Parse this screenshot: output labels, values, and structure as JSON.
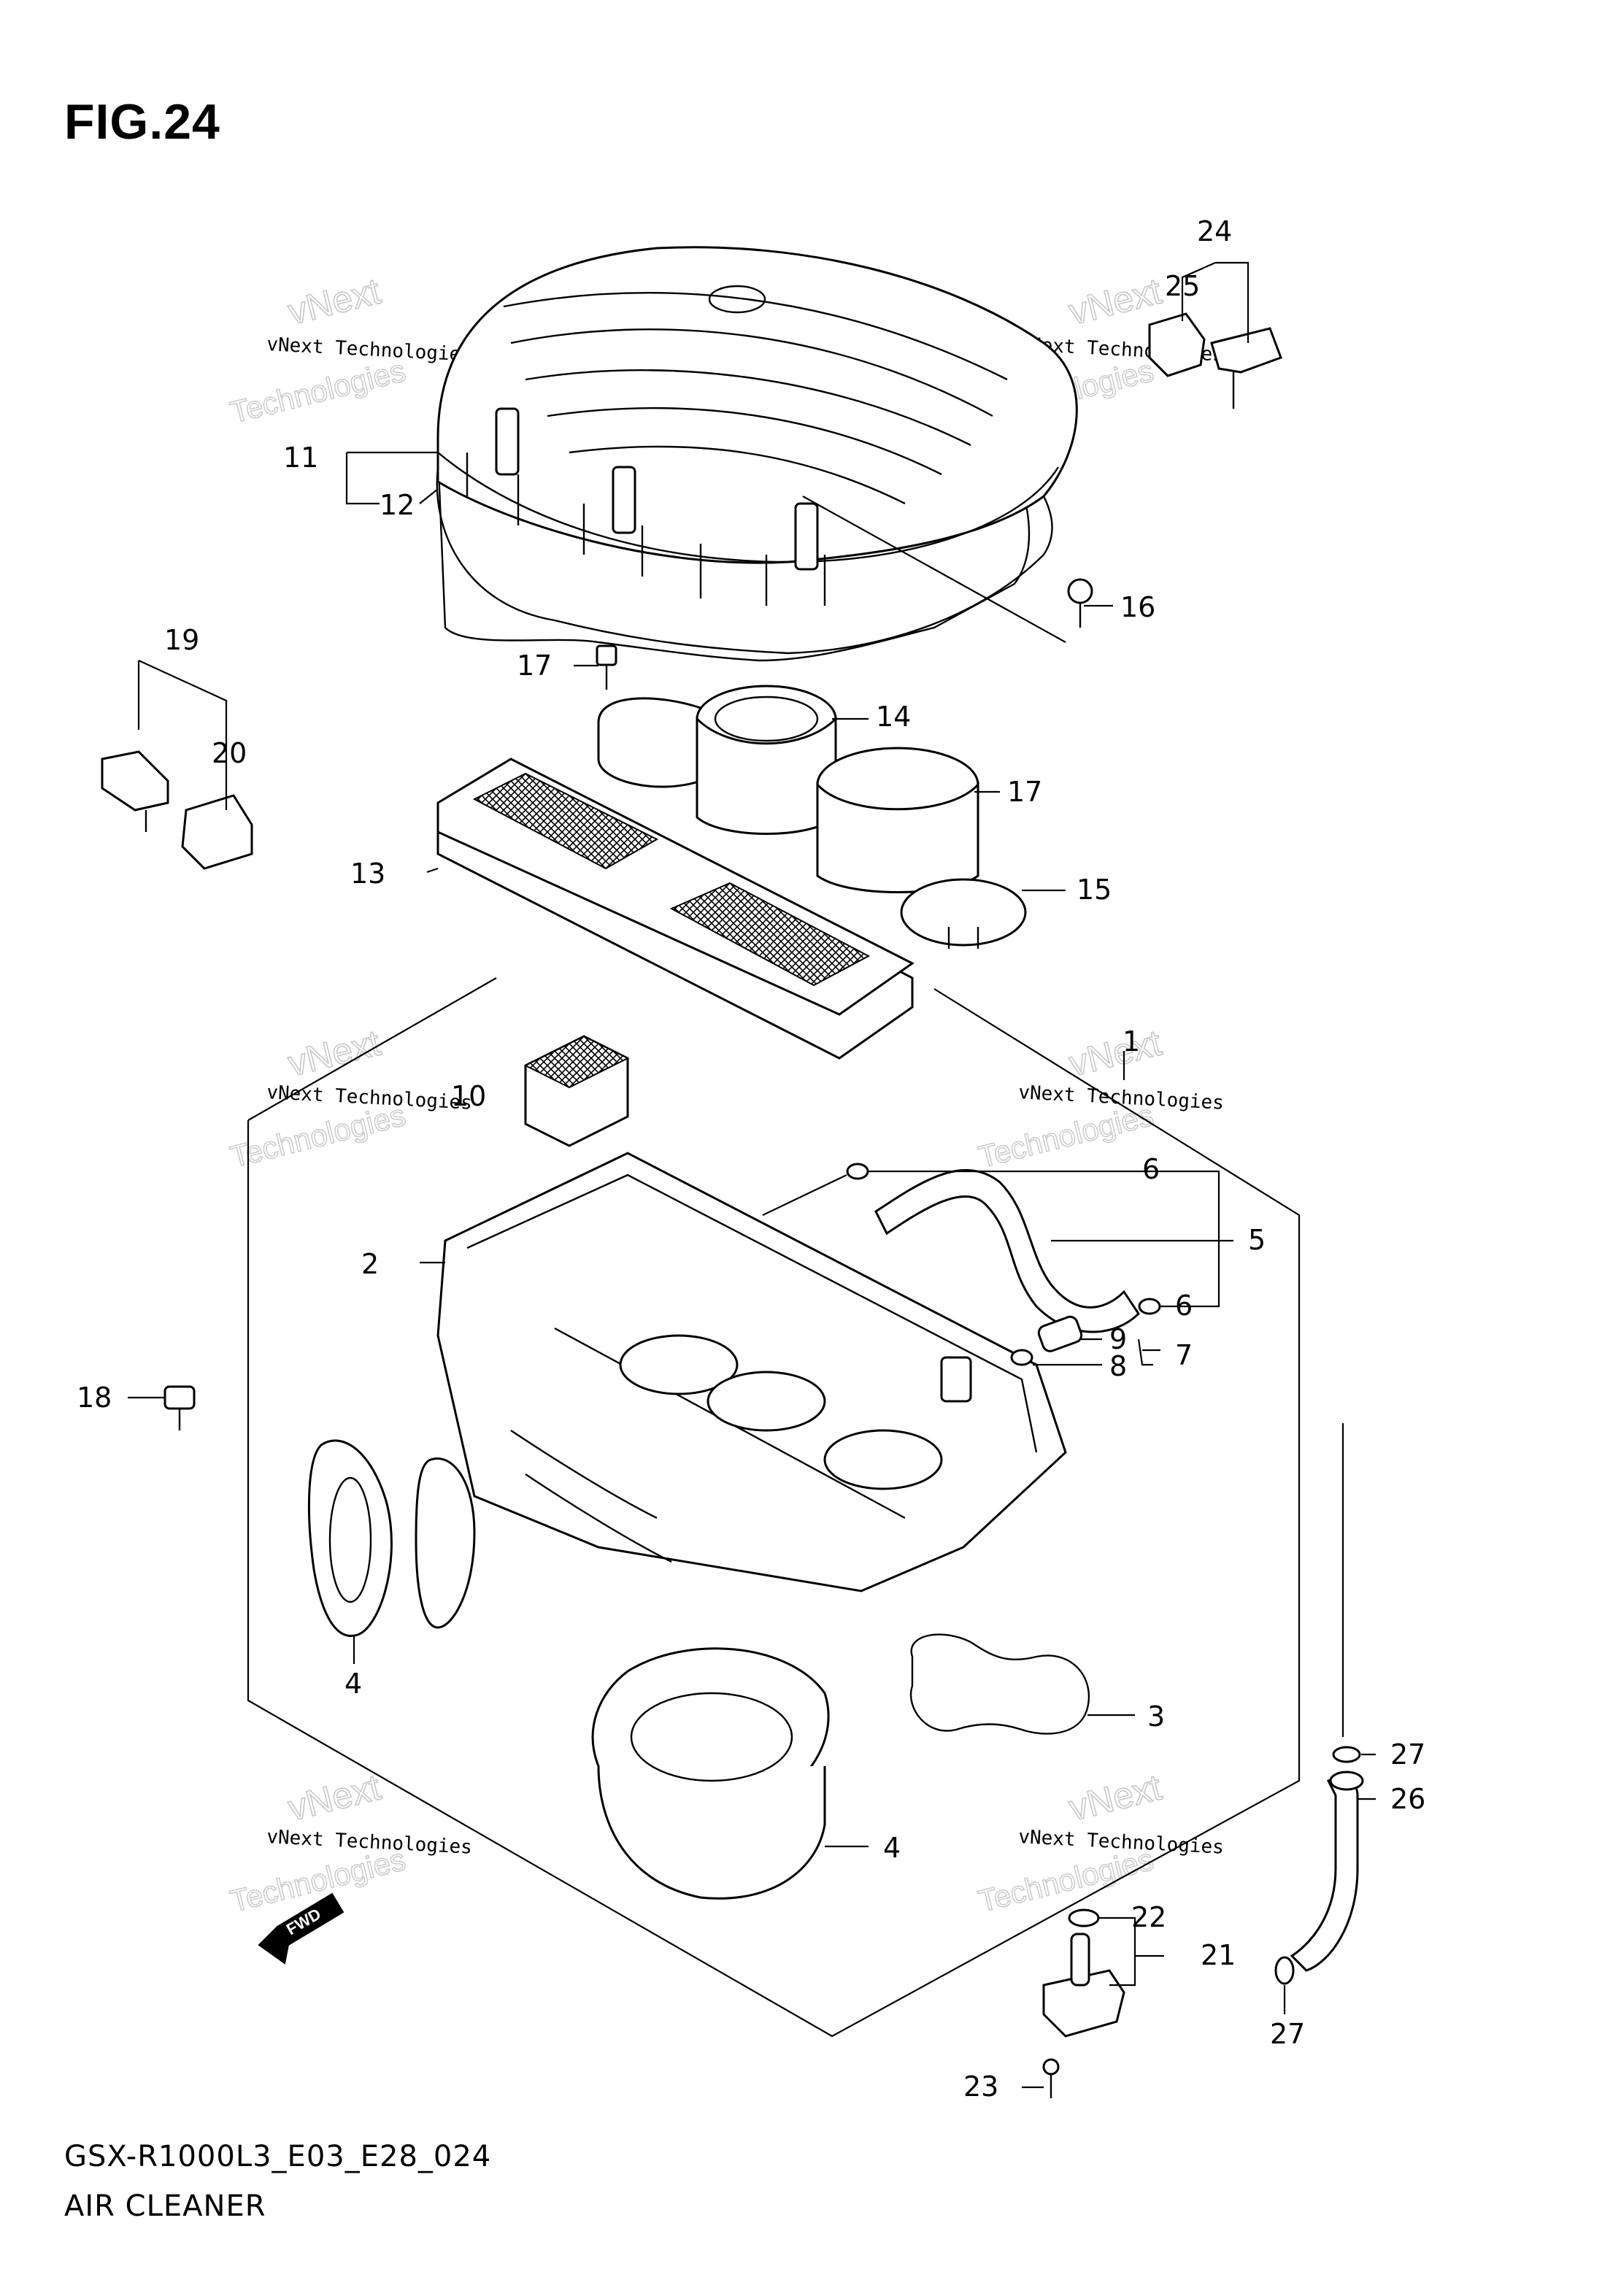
{
  "figure": {
    "title": "FIG.24"
  },
  "caption": {
    "code": "GSX-R1000L3_E03_E28_024",
    "name": "AIR CLEANER"
  },
  "watermark": {
    "line1": "vNext Technologies",
    "line2": "vNext",
    "line3": "Technologies"
  },
  "fwd_badge": {
    "label": "FWD"
  },
  "callouts": {
    "c1": "1",
    "c2": "2",
    "c3": "3",
    "c4a": "4",
    "c4b": "4",
    "c5": "5",
    "c6a": "6",
    "c6b": "6",
    "c7": "7",
    "c8": "8",
    "c9": "9",
    "c10": "10",
    "c11": "11",
    "c12": "12",
    "c13": "13",
    "c14": "14",
    "c15": "15",
    "c16": "16",
    "c17a": "17",
    "c17b": "17",
    "c18": "18",
    "c19": "19",
    "c20": "20",
    "c21": "21",
    "c22": "22",
    "c23": "23",
    "c24": "24",
    "c25": "25",
    "c26": "26",
    "c27a": "27",
    "c27b": "27"
  }
}
